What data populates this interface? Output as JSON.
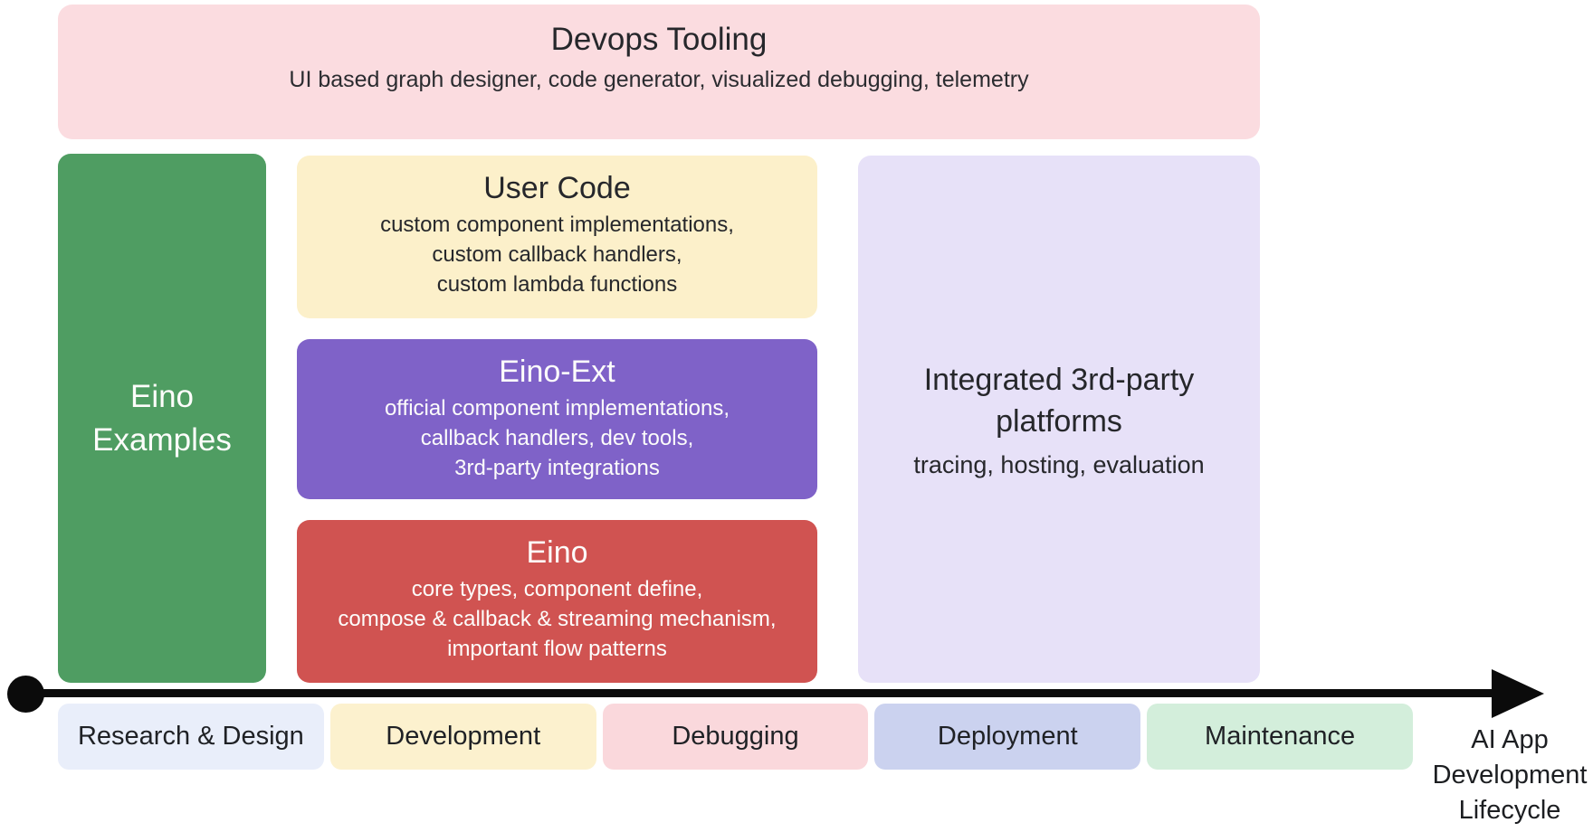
{
  "boxes": {
    "devops_tooling": {
      "title": "Devops Tooling",
      "subtitle": "UI based graph designer, code generator, visualized debugging, telemetry",
      "bg": "#fbdce0"
    },
    "eino_examples": {
      "title": "Eino Examples",
      "bg": "#4f9d62"
    },
    "user_code": {
      "title": "User Code",
      "line1": "custom component implementations,",
      "line2": "custom callback handlers,",
      "line3": "custom lambda functions",
      "bg": "#fcf0ca"
    },
    "eino_ext": {
      "title": "Eino-Ext",
      "line1": "official component implementations,",
      "line2": "callback handlers, dev tools,",
      "line3": "3rd-party integrations",
      "bg": "#7f62c8"
    },
    "eino_core": {
      "title": "Eino",
      "line1": "core types, component define,",
      "line2": "compose & callback & streaming mechanism,",
      "line3": "important flow patterns",
      "bg": "#d05351"
    },
    "integrated_platforms": {
      "title": "Integrated 3rd-party platforms",
      "subtitle": "tracing, hosting, evaluation",
      "bg": "#e7e1f8"
    }
  },
  "timeline": {
    "axis_color": "#0b0b0b",
    "stages": [
      {
        "label": "Research & Design",
        "bg": "#e9eefa"
      },
      {
        "label": "Development",
        "bg": "#fcf1ce"
      },
      {
        "label": "Debugging",
        "bg": "#fad8dc"
      },
      {
        "label": "Deployment",
        "bg": "#cbd2ef"
      },
      {
        "label": "Maintenance",
        "bg": "#d3eedb"
      }
    ],
    "axis_label_line1": "AI App",
    "axis_label_line2": "Development",
    "axis_label_line3": "Lifecycle"
  }
}
